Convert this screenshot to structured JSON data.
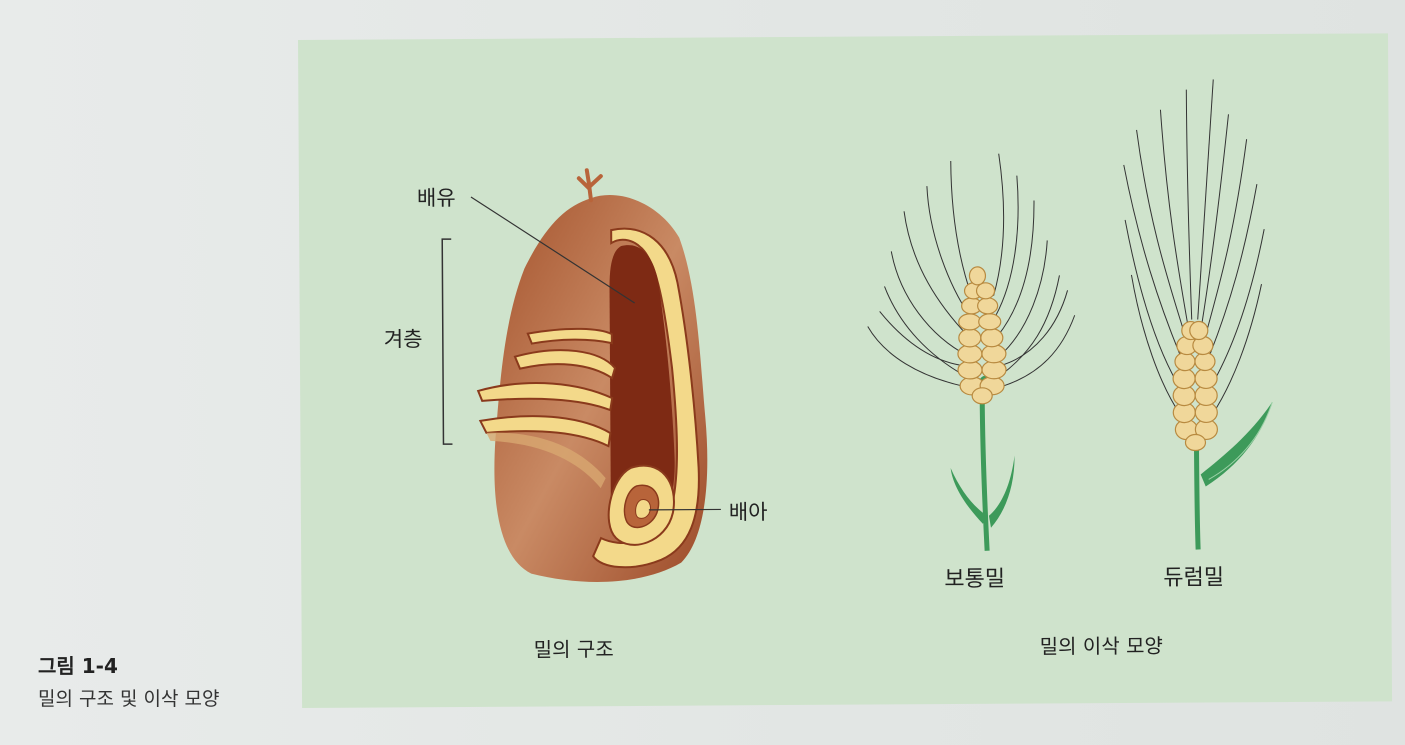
{
  "figure": {
    "grain_labels": {
      "endosperm": "배유",
      "bran_layer": "겨층",
      "germ": "배아"
    },
    "grain_caption": "밀의 구조",
    "ear_labels": {
      "common_wheat": "보통밀",
      "durum_wheat": "듀럼밀"
    },
    "ears_caption": "밀의 이삭 모양"
  },
  "caption": {
    "number": "그림 1-4",
    "text": "밀의 구조 및 이삭 모양"
  },
  "colors": {
    "panel": "#cfe3cc",
    "grain_outer": "#b8643a",
    "grain_inner": "#7e2a14",
    "bran_yellow": "#f3d98a",
    "stem_green": "#3d9a5a",
    "ear_yellow": "#f0d79a"
  }
}
